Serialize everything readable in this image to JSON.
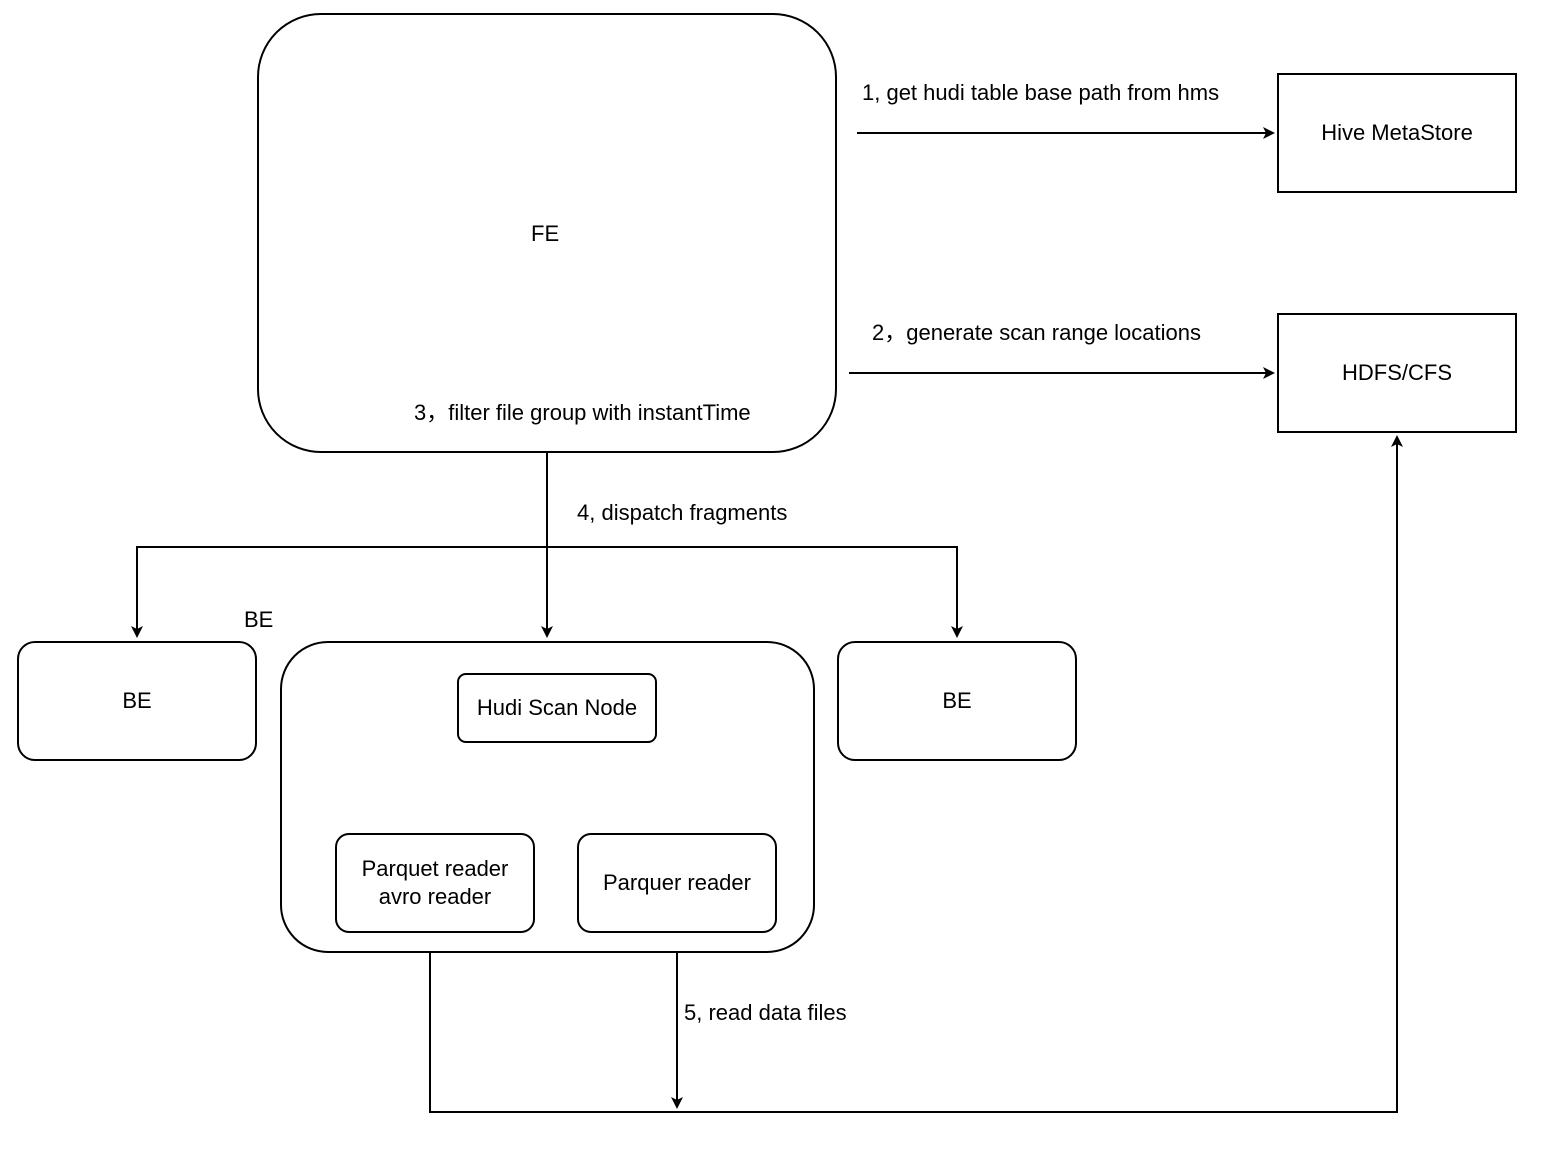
{
  "nodes": {
    "fe": "FE",
    "hive_metastore": "Hive MetaStore",
    "hdfs_cfs": "HDFS/CFS",
    "be_left": "BE",
    "be_right": "BE",
    "be_group_label": "BE",
    "hudi_scan_node": "Hudi Scan Node",
    "reader_left_line1": "Parquet reader",
    "reader_left_line2": "avro reader",
    "reader_right": "Parquer reader"
  },
  "edges": {
    "step1": "1, get hudi table base path from hms",
    "step2": "2，generate scan range locations",
    "step3": "3，filter file group with instantTime",
    "step4": "4, dispatch fragments",
    "step5": "5, read data files"
  }
}
